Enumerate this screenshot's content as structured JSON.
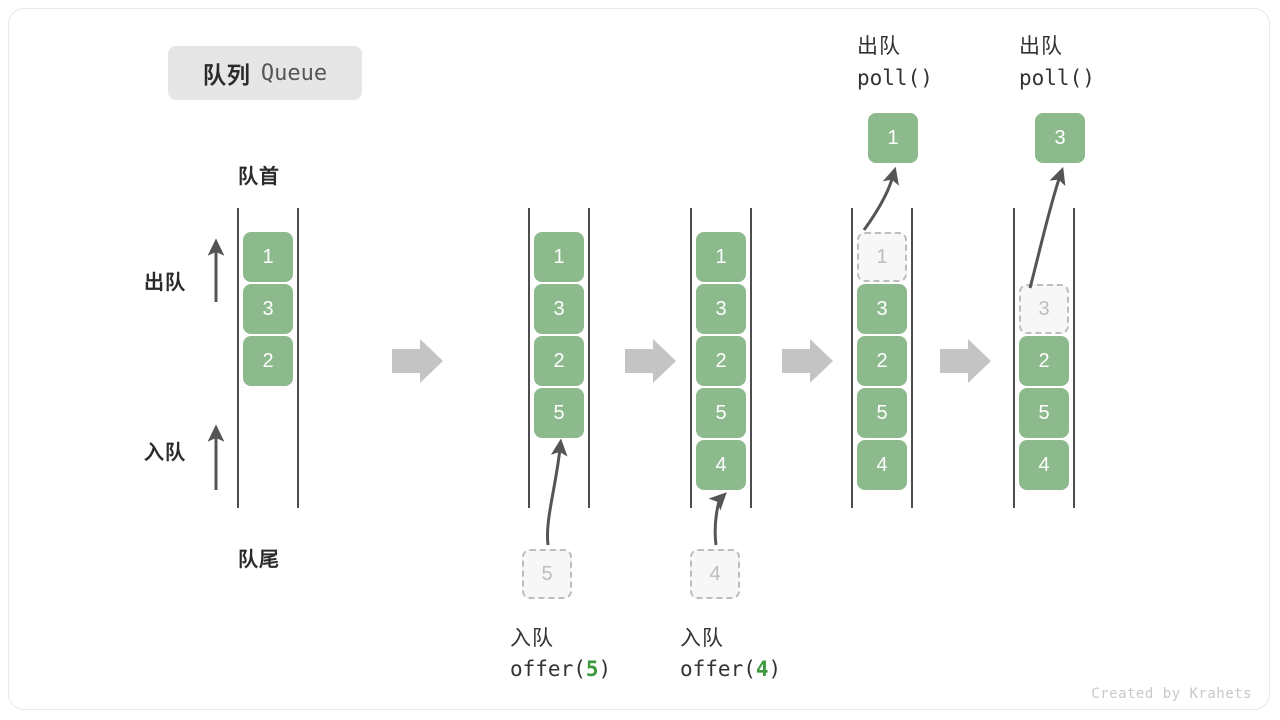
{
  "title": {
    "cn": "队列",
    "en": "Queue"
  },
  "labels": {
    "head": "队首",
    "tail": "队尾",
    "dequeue": "出队",
    "enqueue": "入队"
  },
  "credit": "Created by Krahets",
  "colors": {
    "cell_fill": "#8cba8c",
    "cell_text": "#ffffff",
    "ghost_fill": "#f7f7f7",
    "ghost_border": "#bdbdbd",
    "rail": "#4d4d4d",
    "arrow_gray": "#c4c4c4",
    "arrow_dark": "#555555",
    "accent_green": "#3c9a3c",
    "badge_bg": "#e6e6e6"
  },
  "operations": [
    {
      "cn": "入队",
      "code_pre": "offer(",
      "code_arg": "5",
      "code_post": ")"
    },
    {
      "cn": "入队",
      "code_pre": "offer(",
      "code_arg": "4",
      "code_post": ")"
    },
    {
      "cn": "出队",
      "code_pre": "poll(",
      "code_arg": "",
      "code_post": ")"
    },
    {
      "cn": "出队",
      "code_pre": "poll(",
      "code_arg": "",
      "code_post": ")"
    }
  ],
  "columns": [
    {
      "name": "initial",
      "cells": [
        {
          "value": "1",
          "state": "filled"
        },
        {
          "value": "3",
          "state": "filled"
        },
        {
          "value": "2",
          "state": "filled"
        }
      ]
    },
    {
      "name": "after-offer-5",
      "cells": [
        {
          "value": "1",
          "state": "filled"
        },
        {
          "value": "3",
          "state": "filled"
        },
        {
          "value": "2",
          "state": "filled"
        },
        {
          "value": "5",
          "state": "filled"
        }
      ],
      "incoming": {
        "value": "5",
        "state": "ghost"
      }
    },
    {
      "name": "after-offer-4",
      "cells": [
        {
          "value": "1",
          "state": "filled"
        },
        {
          "value": "3",
          "state": "filled"
        },
        {
          "value": "2",
          "state": "filled"
        },
        {
          "value": "5",
          "state": "filled"
        },
        {
          "value": "4",
          "state": "filled"
        }
      ],
      "incoming": {
        "value": "4",
        "state": "ghost"
      }
    },
    {
      "name": "poll-1",
      "cells": [
        {
          "value": "1",
          "state": "ghost"
        },
        {
          "value": "3",
          "state": "filled"
        },
        {
          "value": "2",
          "state": "filled"
        },
        {
          "value": "5",
          "state": "filled"
        },
        {
          "value": "4",
          "state": "filled"
        }
      ],
      "outgoing": {
        "value": "1",
        "state": "filled"
      }
    },
    {
      "name": "poll-3",
      "cells": [
        {
          "value": "",
          "state": "empty"
        },
        {
          "value": "3",
          "state": "ghost"
        },
        {
          "value": "2",
          "state": "filled"
        },
        {
          "value": "5",
          "state": "filled"
        },
        {
          "value": "4",
          "state": "filled"
        }
      ],
      "outgoing": {
        "value": "3",
        "state": "filled"
      }
    }
  ]
}
